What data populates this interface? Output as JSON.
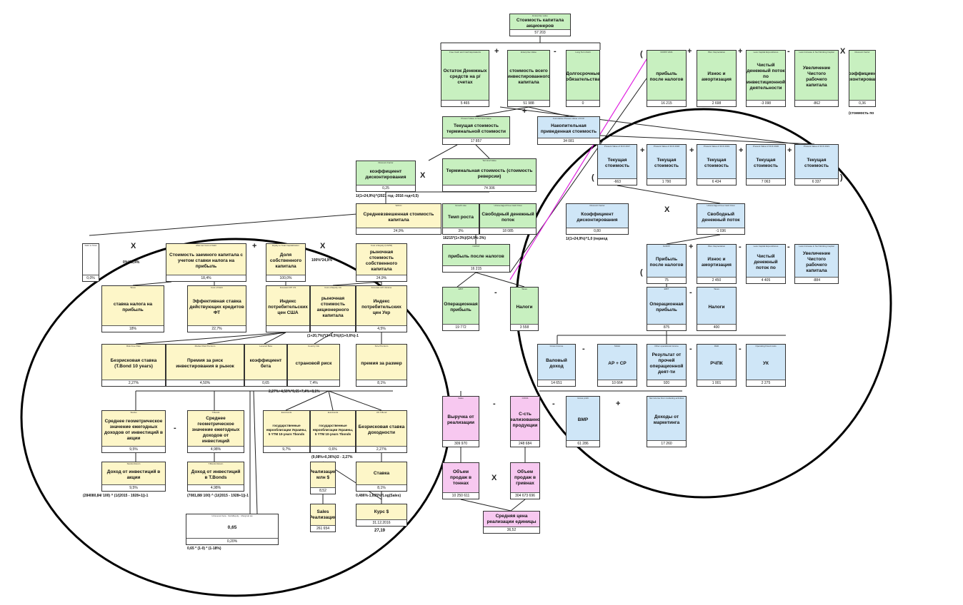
{
  "top": {
    "caption": "Enterprise value",
    "label": "Стоимость капитала акционеров",
    "value": "57 203"
  },
  "cash": {
    "label": "Остаток Денежных средств на р/счетах",
    "value": "5 465"
  },
  "ev": {
    "label": "стоимость всего инвестированного капитала",
    "value": "51 988"
  },
  "debt": {
    "label": "Долгосрочные обязательства",
    "value": "0"
  },
  "tv_pv": {
    "label": "Текущая стоимость терминальной стоимости",
    "value": "17 857"
  },
  "cum_pv": {
    "label": "Накопительная приведенная стоимость",
    "value": "34 081"
  },
  "disc_factor": {
    "label": "коэффициент дисконтирования",
    "value": "0,25"
  },
  "terminal": {
    "label": "Терминальная стоимость (стоимость реверсии)",
    "value": "74 306"
  },
  "wacc": {
    "label": "Средневзвешенная стоимость капитала",
    "value": "24,9%"
  },
  "growth": {
    "label": "Темп роста",
    "value": "3%"
  },
  "fcf_tv": {
    "label": "Свободный денежный поток",
    "value": "18 085"
  },
  "net_income": {
    "label": "прибыль после налогов",
    "value": "16 215"
  },
  "ebit": {
    "label": "Операционная прибыль",
    "value": "19 772"
  },
  "taxes": {
    "label": "Налоги",
    "value": "3 558"
  },
  "cost_debt": {
    "label": "Стоимость заемного капитала с учетом ставки налога на прибыль",
    "value": "18,4%"
  },
  "equity_share": {
    "label": "Доля собственного капитала",
    "value": "100,0%"
  },
  "cost_equity": {
    "label": "рыночная стоимость собственного капитала",
    "value": "24,9%"
  },
  "debt_share": {
    "label": "",
    "value": "0,0%"
  },
  "tax_rate": {
    "label": "ставка налога на прибыль",
    "value": "18%"
  },
  "eff_rate": {
    "label": "Эффективная ставка действующих кредитов ФТ",
    "value": "22,7%"
  },
  "cpi_us": {
    "label": "Индекс потребительских цен США",
    "value": ""
  },
  "mkt_cost": {
    "label": "рыночная стоимость акционерного капитала",
    "value": ""
  },
  "cpi_ua": {
    "label": "Индекс потребительских цен Укр",
    "value": "4,5%"
  },
  "risk_free": {
    "label": "Безрисковая ставка (T.Bond 10 years)",
    "value": "2,27%"
  },
  "mrp": {
    "label": "Премия за риск инвестирования в рынок",
    "value": "4,50%"
  },
  "beta": {
    "label": "коэффициент бета",
    "value": "0,65"
  },
  "country": {
    "label": "страновой риск",
    "value": "7,4%"
  },
  "size": {
    "label": "премия за размер",
    "value": "8,1%"
  },
  "stock_ret": {
    "label": "Среднее геометрическое значение ежегодных доходов от инвестиций в акции",
    "value": "9,5%"
  },
  "bond_ret": {
    "label": "Среднее геометрическое значение ежегодных доходов от инвестиций",
    "value": "4,98%"
  },
  "ua_bonds": {
    "label": "государственные еврооблигации Украины, 5 YTM 10-years Tbonds",
    "value": "9,7%"
  },
  "ua_bonds2": {
    "label": "государственные еврооблигации Украины, 5 YTM 10-years Tbonds",
    "value": "0,6%"
  },
  "rf2": {
    "label": "Безрисковая ставка доходности",
    "value": "2,27%"
  },
  "inc_stocks": {
    "label": "Доход от инвестиций в акции",
    "value": "9,5%"
  },
  "inc_bonds": {
    "label": "Доход от инвестиций в T.Bonds",
    "value": "4,98%"
  },
  "rev_usd": {
    "label": "Реализация млн $",
    "value": "8,52"
  },
  "rate": {
    "label": "Ставка",
    "value": "8,1%"
  },
  "sales": {
    "label": "Sales Реализация",
    "value": "261 654"
  },
  "fx": {
    "label": "Курс $",
    "value": "31.12.2016"
  },
  "fx_val": "27,19",
  "revenue": {
    "label": "Выручка от реализации",
    "value": "309 970"
  },
  "cogs": {
    "label": "С-сть реализованной продукции",
    "value": "248 684"
  },
  "gross_profit": {
    "label": "ВМР",
    "value": "61 286"
  },
  "marketing": {
    "label": "Доходы от маркетинга",
    "value": "17 260"
  },
  "gross": {
    "label": "Валовый доход",
    "value": "14 651"
  },
  "ap_cp": {
    "label": "АР + СР",
    "value": "10 664"
  },
  "other_op": {
    "label": "Результат от прочей операционной деят-ти",
    "value": "920"
  },
  "rpbk": {
    "label": "РЧПК",
    "value": "1 001"
  },
  "uk": {
    "label": "УК",
    "value": "2 275"
  },
  "volume_t": {
    "label": "Объем продаж в тоннах",
    "value": "10 250 611"
  },
  "volume_uah": {
    "label": "Объем продаж в гривнах",
    "value": "304 673 696"
  },
  "avg_price": {
    "label": "Средняя цена реализации единицы",
    "value": "36,52"
  },
  "pv_boxes": [
    {
      "label": "Текущая стоимость",
      "value": "-663"
    },
    {
      "label": "Текущая стоимость",
      "value": "1 790"
    },
    {
      "label": "Текущая стоимость",
      "value": "6 434"
    },
    {
      "label": "Текущая стоимость",
      "value": "7 063"
    },
    {
      "label": "Текущая стоимость",
      "value": "6 337"
    }
  ],
  "fcf_top": [
    {
      "label": "прибыль после налогов",
      "value": "16 215"
    },
    {
      "label": "Износ и амортизация",
      "value": "2 698"
    },
    {
      "label": "Чистый денежный поток по инвестиционной деятельности",
      "value": "-3 098"
    },
    {
      "label": "Увеличение Чистого рабочего капитала",
      "value": "-862"
    },
    {
      "label": "коэффициент дисконтирования",
      "value": "0,36"
    }
  ],
  "coef_mid": {
    "label": "Коэффициент дисконтирования",
    "value": "0,80"
  },
  "fcf_mid": {
    "label": "Свободный денежный поток",
    "value": "-1 036"
  },
  "fcf_low": [
    {
      "label": "Прибыль после налогов",
      "value": "75"
    },
    {
      "label": "Износ и амортизация",
      "value": "2 450"
    },
    {
      "label": "Чистый денежный поток по",
      "value": "4 405"
    },
    {
      "label": "Увеличение Чистого рабочего капитала",
      "value": "-884"
    }
  ],
  "ebit_low": {
    "label": "Операционная прибыль",
    "value": "875"
  },
  "tax_low": {
    "label": "Налоги",
    "value": "400"
  },
  "notes": {
    "n1": "1/(1+24,9%)^(2021 год -2016 год+0,5)",
    "n2": "16215*(1+3%)/(24,9%-3%)",
    "n3": "1/(1+24,9%)^1,0 (период",
    "n4": "0%*18,4%",
    "n5": "100%*24,9%",
    "n6": "(1+20,7%)*(1+4,5%)/(1+0,6%)-1",
    "n7": "2,27%+4,50%*0,65+7,4%+8,1%",
    "n8": "(9,08%+0,36%)/2 - 2,27%",
    "n9": "(284080,84/ 100) ^ (1/(2015 - 1928+1))-1",
    "n10": "(7081,88/ 100) ^ (1/(2015 - 1928+1))-1",
    "n11": "0,65 * (1-0) * (1-18%)",
    "n12": "0,486%-1,635%*Log(Sales)",
    "n13": "(стоимость по",
    "n14": "0,20%"
  },
  "ops": {
    "plus": "+",
    "minus": "-",
    "times": "X"
  }
}
